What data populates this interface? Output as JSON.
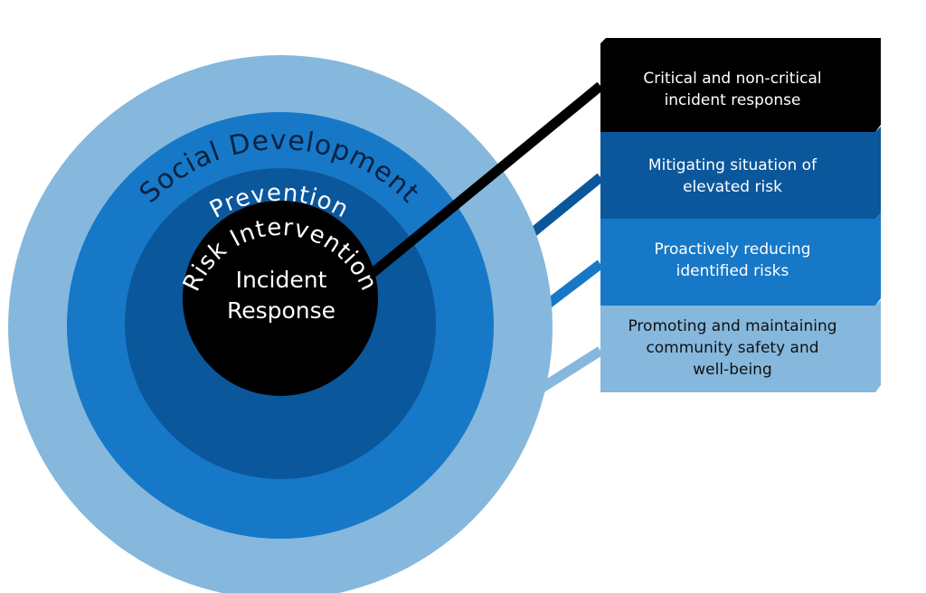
{
  "colors": {
    "background": "#ffffff",
    "social_development": "#85b8dc",
    "prevention": "#1778c8",
    "risk_intervention": "#0b579b",
    "incident_response": "#000000",
    "ring_text": "#ffffff",
    "outer_ring_text": "#0a2240",
    "box_dark_text": "#111111"
  },
  "rings": {
    "social_development": "Social Development",
    "prevention": "Prevention",
    "risk_intervention": "Risk Intervention"
  },
  "center": {
    "line1": "Incident",
    "line2": "Response"
  },
  "descriptions": {
    "incident_response": {
      "line1": "Critical and non-critical",
      "line2": "incident response"
    },
    "risk_intervention": {
      "line1": "Mitigating situation of",
      "line2": "elevated risk"
    },
    "prevention": {
      "line1": "Proactively reducing",
      "line2": "identified risks"
    },
    "social_development": {
      "line1": "Promoting and maintaining",
      "line2": "community safety and",
      "line3": "well-being"
    }
  }
}
